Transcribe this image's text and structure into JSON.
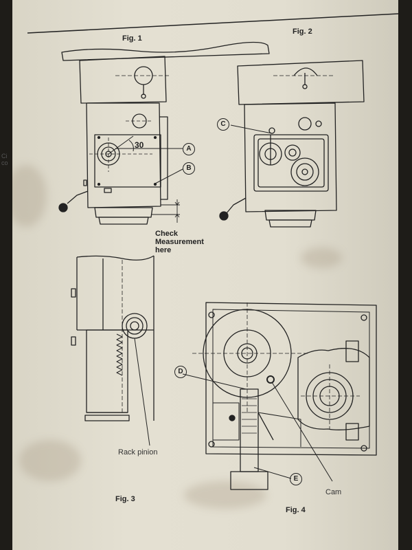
{
  "figures": {
    "fig1": "Fig. 1",
    "fig2": "Fig. 2",
    "fig3": "Fig. 3",
    "fig4": "Fig. 4"
  },
  "fig1": {
    "angle_label": "30",
    "callout_a": "A",
    "callout_b": "B",
    "check_line1": "Check",
    "check_line2": "Measurement",
    "check_line3": "here"
  },
  "fig2": {
    "callout_c": "C"
  },
  "fig3": {
    "rack_label": "Rack pinion"
  },
  "fig4": {
    "callout_d": "D",
    "callout_e": "E",
    "cam_label": "Cam"
  },
  "edge_text": "Ci\nco",
  "colors": {
    "paper": "#e2ded0",
    "ink": "#222222",
    "background": "#1e1c18"
  }
}
